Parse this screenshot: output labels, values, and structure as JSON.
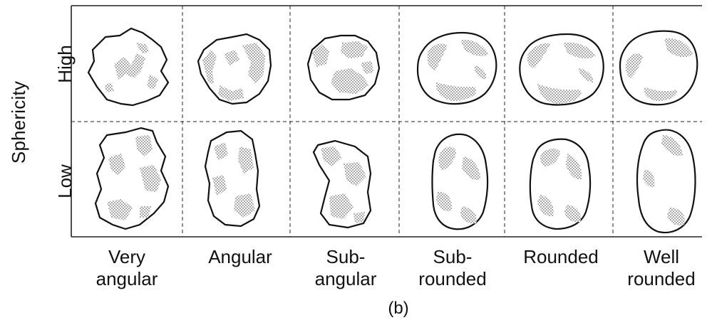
{
  "figure": {
    "axis_title": "Sphericity",
    "rows": [
      {
        "label": "High"
      },
      {
        "label": "Low"
      }
    ],
    "columns": [
      {
        "line1": "Very",
        "line2": "angular"
      },
      {
        "line1": "Angular",
        "line2": ""
      },
      {
        "line1": "Sub-",
        "line2": "angular"
      },
      {
        "line1": "Sub-",
        "line2": "rounded"
      },
      {
        "line1": "Rounded",
        "line2": ""
      },
      {
        "line1": "Well",
        "line2": "rounded"
      }
    ],
    "caption": "(b)"
  },
  "colors": {
    "outline": "#111111",
    "grid": "#222222",
    "shading": "#8c8c8c",
    "background": "#ffffff"
  }
}
